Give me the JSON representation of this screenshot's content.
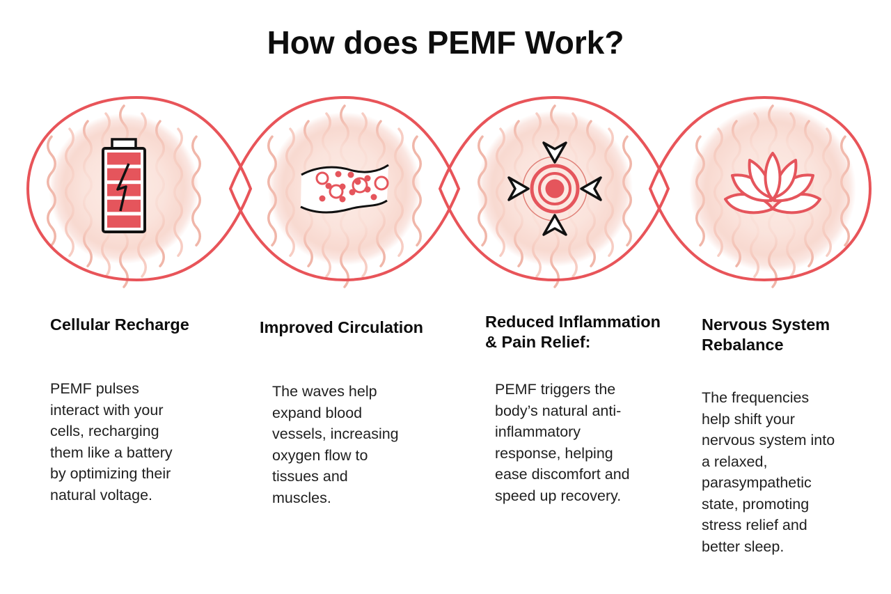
{
  "title": "How does PEMF Work?",
  "colors": {
    "accent_red": "#e5555c",
    "outline_red": "#e85459",
    "wave_dark": "#eb9e8c",
    "wave_light": "#f6c8bd",
    "glow_pink": "#fbe5de",
    "icon_line": "#111111"
  },
  "steps": [
    {
      "icon": "battery-charging-icon",
      "heading": "Cellular Recharge",
      "body": "PEMF pulses\ninteract with your\ncells, recharging\nthem like a battery\nby optimizing their\nnatural voltage."
    },
    {
      "icon": "blood-vessel-icon",
      "heading": "Improved Circulation",
      "body": "The waves help\nexpand blood\nvessels, increasing\noxygen flow to\ntissues and\nmuscles."
    },
    {
      "icon": "inflammation-target-icon",
      "heading": "Reduced Inflammation\n& Pain Relief:",
      "body": "PEMF triggers the\nbody’s natural anti-\ninflammatory\nresponse, helping\nease discomfort and\nspeed up recovery."
    },
    {
      "icon": "lotus-icon",
      "heading": "Nervous System\nRebalance",
      "body": "The frequencies\nhelp shift your\nnervous system into\na relaxed,\nparasympathetic\nstate, promoting\nstress relief and\nbetter sleep."
    }
  ]
}
